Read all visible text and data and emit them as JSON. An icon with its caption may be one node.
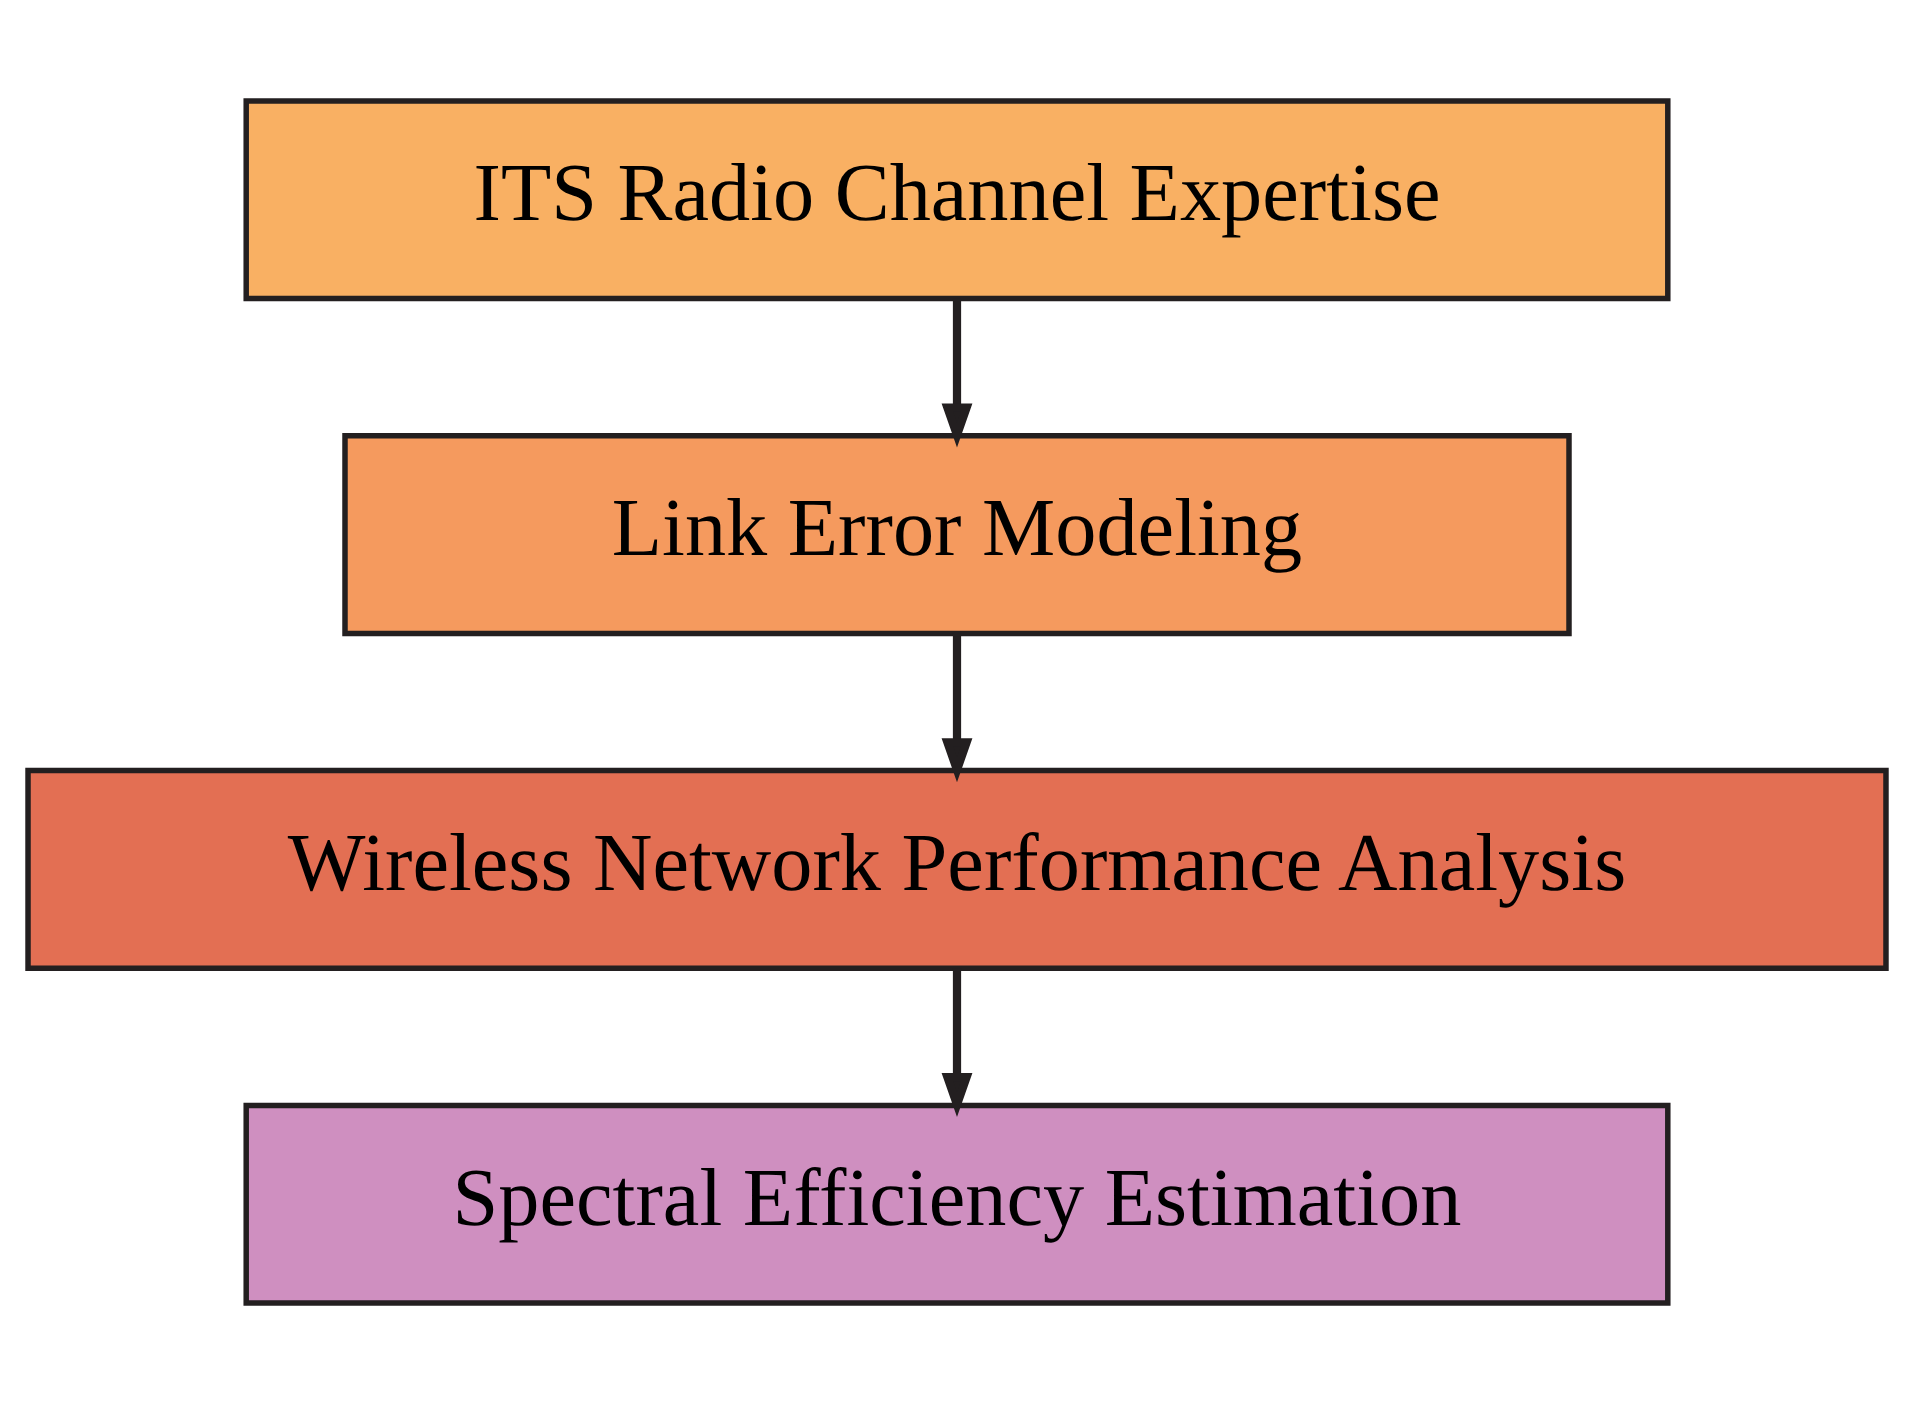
{
  "diagram": {
    "nodes": [
      {
        "text": [
          "ITS Radio Channel Expertise"
        ]
      },
      {
        "text": [
          "Link Error Modeling"
        ]
      },
      {
        "text": [
          "Wireless Network Performance Analysis"
        ]
      },
      {
        "text": [
          "Spectral Efficiency Estimation"
        ]
      }
    ],
    "edges": [
      {
        "from": 0,
        "to": 1,
        "arrow": "to"
      },
      {
        "from": 1,
        "to": 2,
        "arrow": "to"
      },
      {
        "from": 2,
        "to": 3,
        "arrow": "to"
      }
    ]
  }
}
